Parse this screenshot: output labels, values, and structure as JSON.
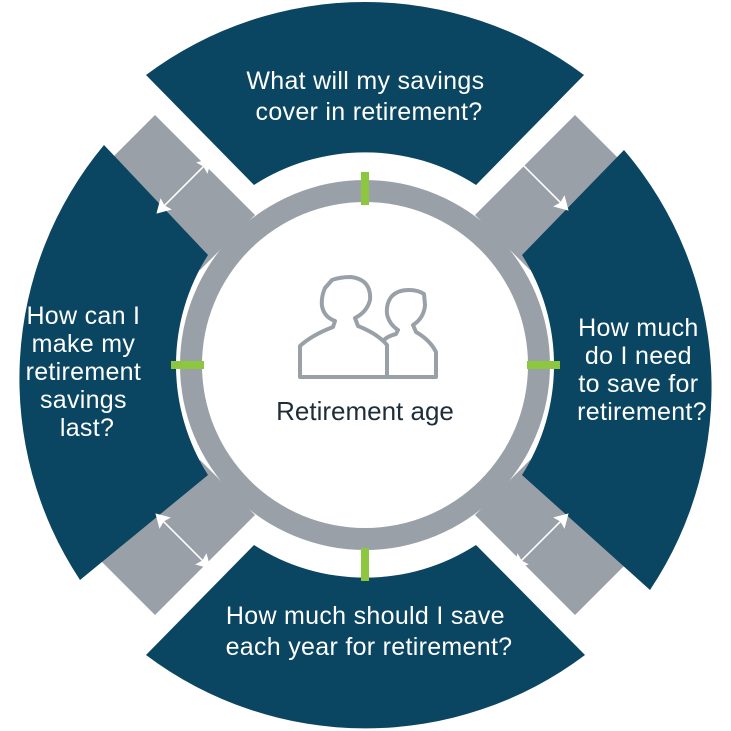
{
  "colors": {
    "segment": "#0a4562",
    "ring": "#9aa0a8",
    "connector": "#9aa0a8",
    "accent": "#8dc63f",
    "center_fill": "#ffffff",
    "icon_stroke": "#9aa0a8",
    "arrow": "#ffffff",
    "center_text": "#1f2d3a"
  },
  "center": {
    "label": "Retirement age",
    "icon": "people-icon"
  },
  "segments": {
    "top": {
      "lines": [
        "What will my savings",
        "cover in retirement?"
      ]
    },
    "right": {
      "lines": [
        "How much",
        "do I need",
        "to save for",
        "retirement?"
      ]
    },
    "bottom": {
      "lines": [
        "How much should I save",
        "each year for retirement?"
      ]
    },
    "left": {
      "lines": [
        "How can I",
        "make my",
        "retirement",
        "savings",
        "last?"
      ]
    }
  },
  "arrows": [
    "double-arrow-icon",
    "double-arrow-icon",
    "double-arrow-icon",
    "double-arrow-icon"
  ]
}
